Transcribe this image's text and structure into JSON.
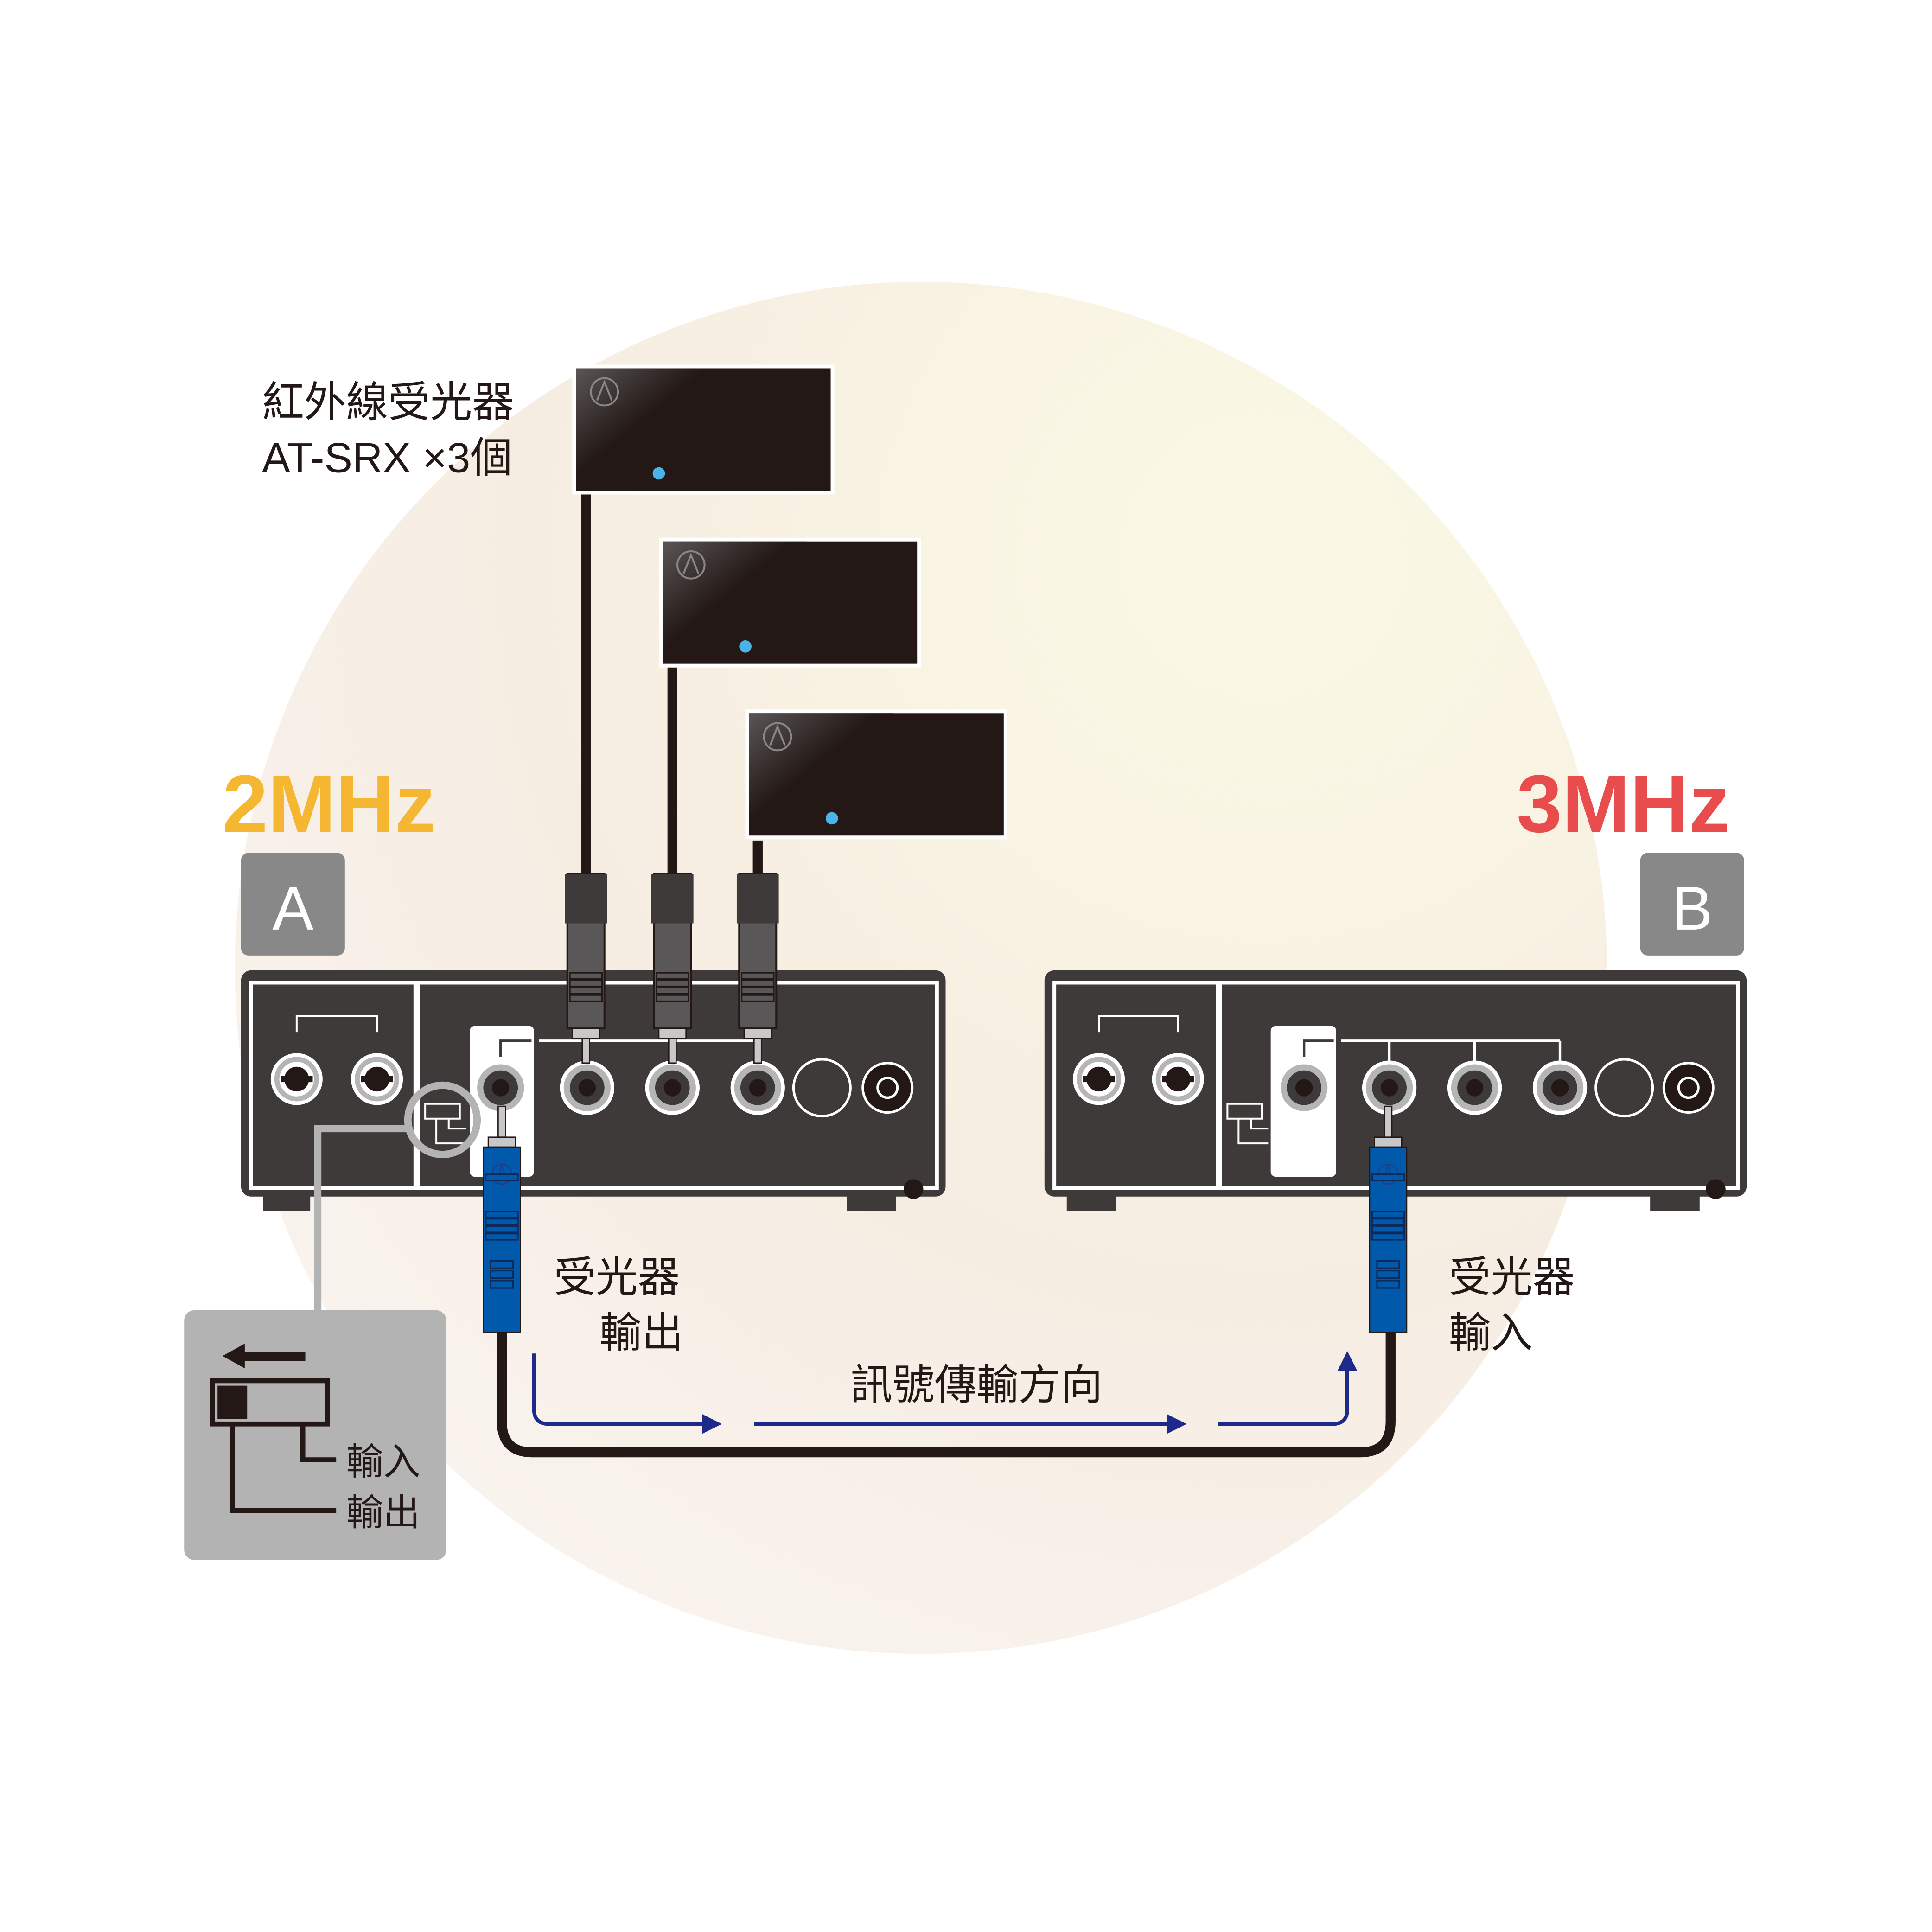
{
  "receiver_label": {
    "line1": "紅外線受光器",
    "line2": "AT-SRX ×3個"
  },
  "device_a": {
    "freq": "2MHz",
    "badge": "A",
    "freq_color": "#f5b731"
  },
  "device_b": {
    "freq": "3MHz",
    "badge": "B",
    "freq_color": "#e84c4c"
  },
  "output_label": {
    "line1": "受光器",
    "line2": "輸出"
  },
  "input_label": {
    "line1": "受光器",
    "line2": "輸入"
  },
  "direction_label": "訊號傳輸方向",
  "switch_legend": {
    "input": "輸入",
    "output": "輸出"
  },
  "colors": {
    "arrow": "#1d2a8a",
    "plug_blue": "#0059ab",
    "device": "#3e3a39",
    "indicator": "#4ab3e8"
  }
}
